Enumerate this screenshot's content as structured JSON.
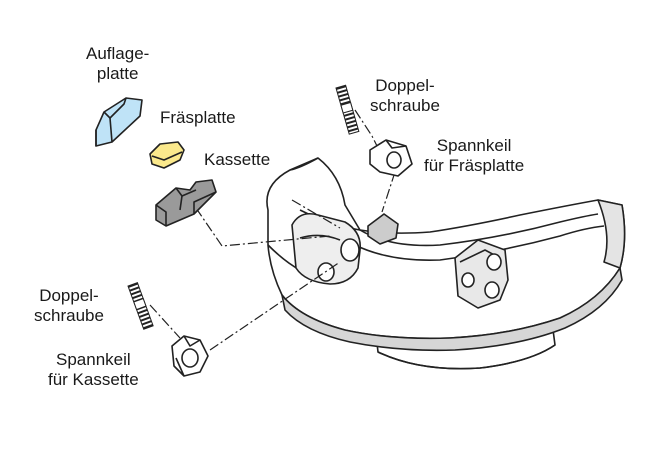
{
  "labels": {
    "auflageplatte": [
      "Auflage-",
      "platte"
    ],
    "fraesplatte": "Fräsplatte",
    "kassette": "Kassette",
    "doppelschraube_top": [
      "Doppel-",
      "schraube"
    ],
    "spannkeil_fraesplatte": [
      "Spannkeil",
      "für Fräsplatte"
    ],
    "doppelschraube_left": [
      "Doppel-",
      "schraube"
    ],
    "spannkeil_kassette": [
      "Spannkeil",
      "für Kassette"
    ]
  },
  "colors": {
    "auflageplatte_fill": "#bfe3f7",
    "fraesplatte_fill": "#fbe98c",
    "kassette_fill": "#9a9a9a",
    "outline": "#222222",
    "body_fill": "#ffffff",
    "body_shadow": "#d6d6d6"
  }
}
